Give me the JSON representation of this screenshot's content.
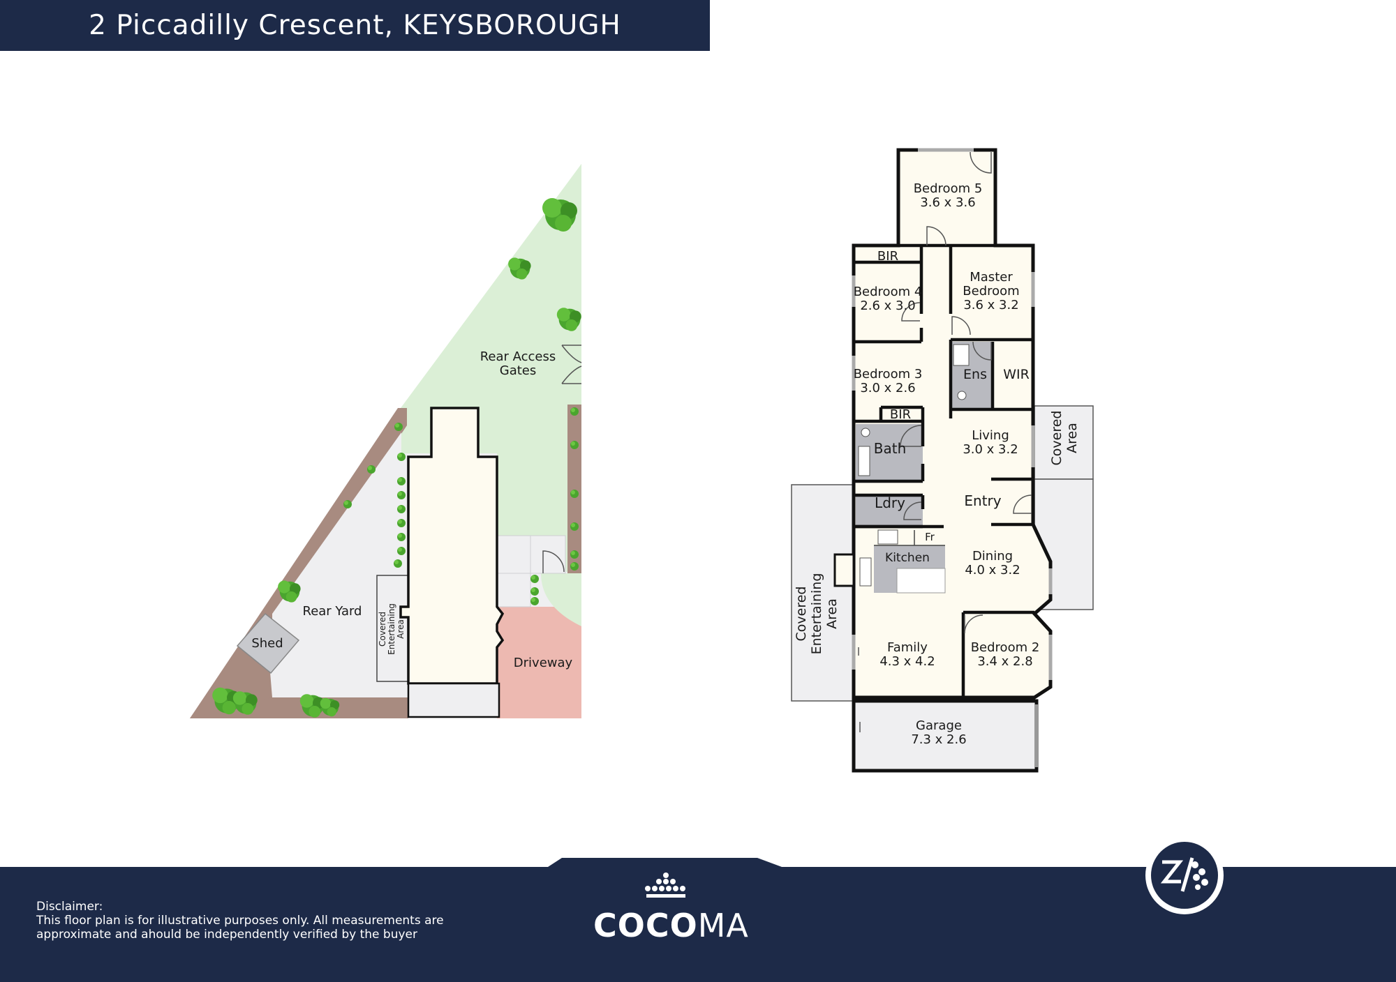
{
  "header": {
    "title": "2 Piccadilly Crescent, KEYSBOROUGH"
  },
  "site_plan": {
    "rear_access": [
      "Rear Access",
      "Gates"
    ],
    "rear_yard": "Rear Yard",
    "shed": "Shed",
    "covered_entertaining": [
      "Covered",
      "Entertaining",
      "Area"
    ],
    "driveway": "Driveway"
  },
  "floor_plan": {
    "bedroom5": {
      "name": "Bedroom 5",
      "size": "3.6 x 3.6"
    },
    "bir_top": "BIR",
    "bedroom4": {
      "name": "Bedroom 4",
      "size": "2.6 x 3.0"
    },
    "master": {
      "name1": "Master",
      "name2": "Bedroom",
      "size": "3.6 x 3.2"
    },
    "bedroom3": {
      "name": "Bedroom 3",
      "size": "3.0 x 2.6"
    },
    "ens": "Ens",
    "wir": "WIR",
    "bir_mid": "BIR",
    "bath": "Bath",
    "living": {
      "name": "Living",
      "size": "3.0 x 3.2"
    },
    "covered_area": [
      "Covered",
      "Area"
    ],
    "ldry": "Ldry",
    "entry": "Entry",
    "fr": "Fr",
    "kitchen": "Kitchen",
    "dining": {
      "name": "Dining",
      "size": "4.0 x 3.2"
    },
    "covered_entertaining": [
      "Covered",
      "Entertaining",
      "Area"
    ],
    "family": {
      "name": "Family",
      "size": "4.3 x 4.2"
    },
    "bedroom2": {
      "name": "Bedroom 2",
      "size": "3.4 x 2.8"
    },
    "garage": {
      "name": "Garage",
      "size": "7.3 x 2.6"
    }
  },
  "footer": {
    "disclaimer_title": "Disclaimer:",
    "disclaimer_line1": "This floor plan is for illustrative purposes only. All measurements are",
    "disclaimer_line2": "approximate and ahould be independently verified by the buyer",
    "brand_bold": "COCO",
    "brand_light": "MA"
  },
  "colors": {
    "navy": "#1d2a48",
    "lawn": "#dbefd6",
    "yard": "#efeff1",
    "garden_bed": "#a88b80",
    "driveway": "#edb9b1",
    "house": "#fefbf0",
    "wet_area": "#b9bac0",
    "tree": "#4aa52e"
  },
  "icons": [
    "compass-logo-icon",
    "crown-dots-icon",
    "tree-icon"
  ]
}
